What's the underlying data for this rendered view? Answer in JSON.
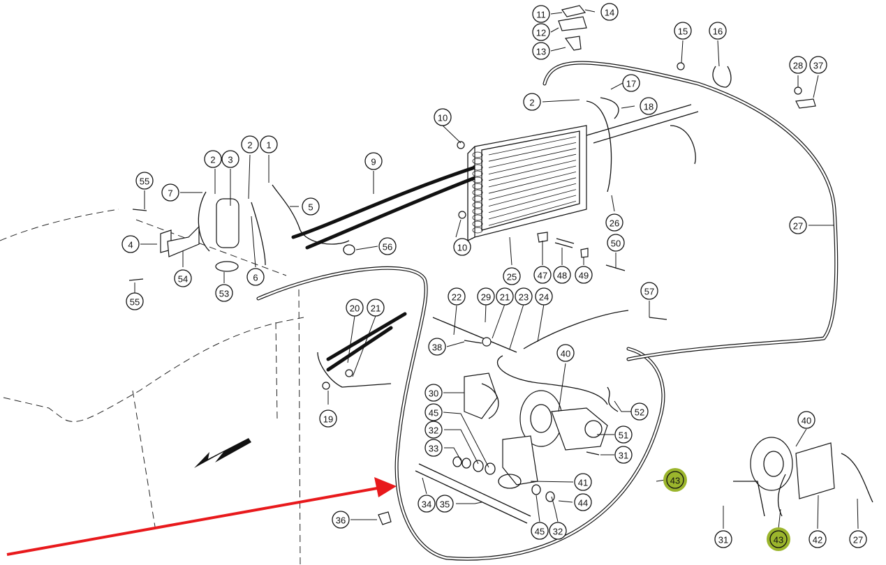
{
  "diagram": {
    "title": "Air conditioning system exploded parts diagram",
    "highlight_color": "#9bb52c",
    "pointer_arrow_color": "#e8191c",
    "direction_arrow": "arrow-forward-direction",
    "highlighted_part": "43",
    "callouts": [
      {
        "id": "c11",
        "label": "11"
      },
      {
        "id": "c12",
        "label": "12"
      },
      {
        "id": "c13",
        "label": "13"
      },
      {
        "id": "c14",
        "label": "14"
      },
      {
        "id": "c15",
        "label": "15"
      },
      {
        "id": "c16",
        "label": "16"
      },
      {
        "id": "c28",
        "label": "28"
      },
      {
        "id": "c37",
        "label": "37"
      },
      {
        "id": "c2a",
        "label": "2"
      },
      {
        "id": "c17",
        "label": "17"
      },
      {
        "id": "c18",
        "label": "18"
      },
      {
        "id": "c10a",
        "label": "10"
      },
      {
        "id": "c9",
        "label": "9"
      },
      {
        "id": "c10b",
        "label": "10"
      },
      {
        "id": "c26",
        "label": "26"
      },
      {
        "id": "c27a",
        "label": "27"
      },
      {
        "id": "c25",
        "label": "25"
      },
      {
        "id": "c47",
        "label": "47"
      },
      {
        "id": "c48",
        "label": "48"
      },
      {
        "id": "c49",
        "label": "49"
      },
      {
        "id": "c50",
        "label": "50"
      },
      {
        "id": "c56",
        "label": "56"
      },
      {
        "id": "c55a",
        "label": "55"
      },
      {
        "id": "c2b",
        "label": "2"
      },
      {
        "id": "c3",
        "label": "3"
      },
      {
        "id": "c2c",
        "label": "2"
      },
      {
        "id": "c1",
        "label": "1"
      },
      {
        "id": "c7",
        "label": "7"
      },
      {
        "id": "c5",
        "label": "5"
      },
      {
        "id": "c4",
        "label": "4"
      },
      {
        "id": "c54",
        "label": "54"
      },
      {
        "id": "c6",
        "label": "6"
      },
      {
        "id": "c53",
        "label": "53"
      },
      {
        "id": "c55b",
        "label": "55"
      },
      {
        "id": "c20",
        "label": "20"
      },
      {
        "id": "c21a",
        "label": "21"
      },
      {
        "id": "c22",
        "label": "22"
      },
      {
        "id": "c29",
        "label": "29"
      },
      {
        "id": "c21b",
        "label": "21"
      },
      {
        "id": "c23",
        "label": "23"
      },
      {
        "id": "c24",
        "label": "24"
      },
      {
        "id": "c57",
        "label": "57"
      },
      {
        "id": "c38",
        "label": "38"
      },
      {
        "id": "c40a",
        "label": "40"
      },
      {
        "id": "c19",
        "label": "19"
      },
      {
        "id": "c30",
        "label": "30"
      },
      {
        "id": "c52",
        "label": "52"
      },
      {
        "id": "c45a",
        "label": "45"
      },
      {
        "id": "c32a",
        "label": "32"
      },
      {
        "id": "c51",
        "label": "51"
      },
      {
        "id": "c33",
        "label": "33"
      },
      {
        "id": "c31a",
        "label": "31"
      },
      {
        "id": "c41",
        "label": "41"
      },
      {
        "id": "c43a",
        "label": "43",
        "highlight": true
      },
      {
        "id": "c34",
        "label": "34"
      },
      {
        "id": "c35",
        "label": "35"
      },
      {
        "id": "c44",
        "label": "44"
      },
      {
        "id": "c36",
        "label": "36"
      },
      {
        "id": "c45b",
        "label": "45"
      },
      {
        "id": "c32b",
        "label": "32"
      },
      {
        "id": "c40b",
        "label": "40"
      },
      {
        "id": "c31b",
        "label": "31"
      },
      {
        "id": "c43b",
        "label": "43",
        "highlight": true
      },
      {
        "id": "c42",
        "label": "42"
      },
      {
        "id": "c27b",
        "label": "27"
      }
    ]
  }
}
